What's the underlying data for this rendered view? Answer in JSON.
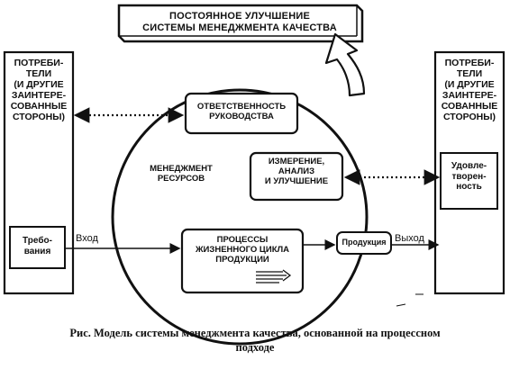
{
  "banner": {
    "line1": "ПОСТОЯННОЕ УЛУЧШЕНИЕ",
    "line2": "СИСТЕМЫ МЕНЕДЖМЕНТА КАЧЕСТВА"
  },
  "left_panel": {
    "title_lines": [
      "ПОТРЕБИ-",
      "ТЕЛИ",
      "(И ДРУГИЕ",
      "ЗАИНТЕРЕ-",
      "СОВАННЫЕ",
      "СТОРОНЫ)"
    ],
    "inner_lines": [
      "Требо-",
      "вания"
    ]
  },
  "right_panel": {
    "title_lines": [
      "ПОТРЕБИ-",
      "ТЕЛИ",
      "(И ДРУГИЕ",
      "ЗАИНТЕРЕ-",
      "СОВАННЫЕ",
      "СТОРОНЫ)"
    ],
    "inner_lines": [
      "Удовле-",
      "творен-",
      "ность"
    ]
  },
  "circle": {
    "responsibility": [
      "ОТВЕТСТВЕННОСТЬ",
      "РУКОВОДСТВА"
    ],
    "resources": [
      "МЕНЕДЖМЕНТ",
      "РЕСУРСОВ"
    ],
    "measurement": [
      "ИЗМЕРЕНИЕ,",
      "АНАЛИЗ",
      "И УЛУЧШЕНИЕ"
    ],
    "processes": [
      "ПРОЦЕССЫ",
      "ЖИЗНЕННОГО ЦИКЛА",
      "ПРОДУКЦИИ"
    ]
  },
  "flow": {
    "input": "Вход",
    "product": "Продукция",
    "output": "Выход"
  },
  "caption": {
    "line1": "Рис. Модель системы менеджмента качества, основанной на процессном",
    "line2": "подходе"
  }
}
